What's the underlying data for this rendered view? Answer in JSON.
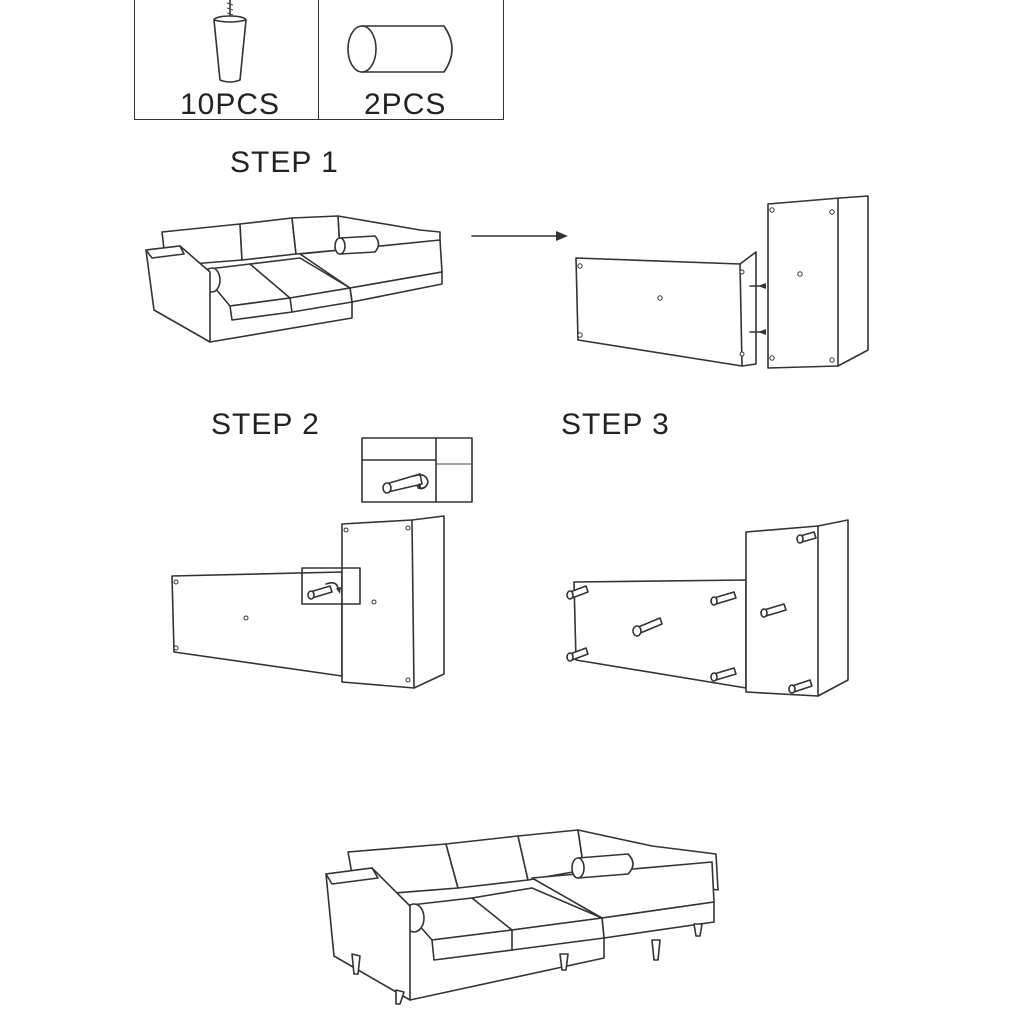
{
  "parts": {
    "leg": {
      "icon": "sofa-leg-icon",
      "qty": "10PCS"
    },
    "bolster": {
      "icon": "bolster-pillow-icon",
      "qty": "2PCS"
    }
  },
  "steps": {
    "step1": "STEP 1",
    "step2": "STEP 2",
    "step3": "STEP 3"
  },
  "illustrations": {
    "assembled_sofa": "sectional-sofa-illustration",
    "arrow": "arrow-right-icon",
    "flipped_sections": "flipped-sofa-sections-illustration",
    "detail_zoom": "leg-screw-detail-icon",
    "legs_attached": "legs-attached-illustration",
    "final_sofa": "final-sectional-sofa-illustration"
  }
}
